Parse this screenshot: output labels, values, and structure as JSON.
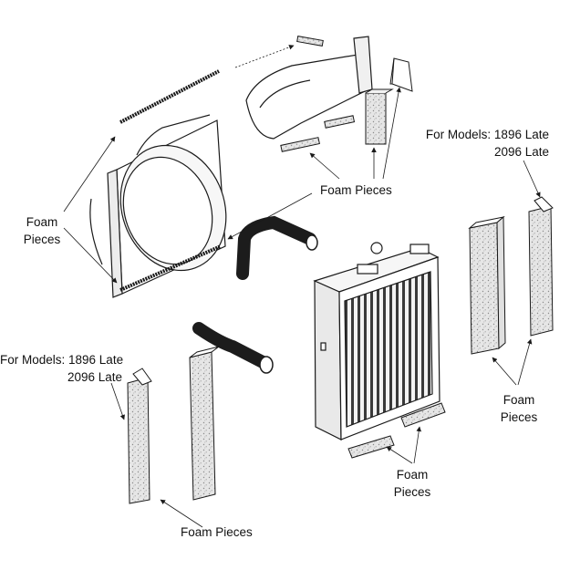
{
  "labels": {
    "foam_left": [
      "Foam",
      "Pieces"
    ],
    "foam_center_top": "Foam Pieces",
    "models_right": [
      "For Models: 1896 Late",
      "2096 Late"
    ],
    "models_left": [
      "For Models: 1896 Late",
      "2096 Late"
    ],
    "foam_right": [
      "Foam",
      "Pieces"
    ],
    "foam_bottom_center": [
      "Foam",
      "Pieces"
    ],
    "foam_bottom_left": "Foam Pieces"
  },
  "parts": {
    "shroud": "fan-shroud",
    "upper_duct": "upper-air-duct",
    "radiator": "radiator",
    "upper_hose": "upper-radiator-hose",
    "lower_hose": "lower-radiator-hose"
  },
  "colors": {
    "ink": "#1a1a1a",
    "paper": "#ffffff",
    "foam": "#d9d9d9",
    "hose": "#1c1c1c"
  }
}
